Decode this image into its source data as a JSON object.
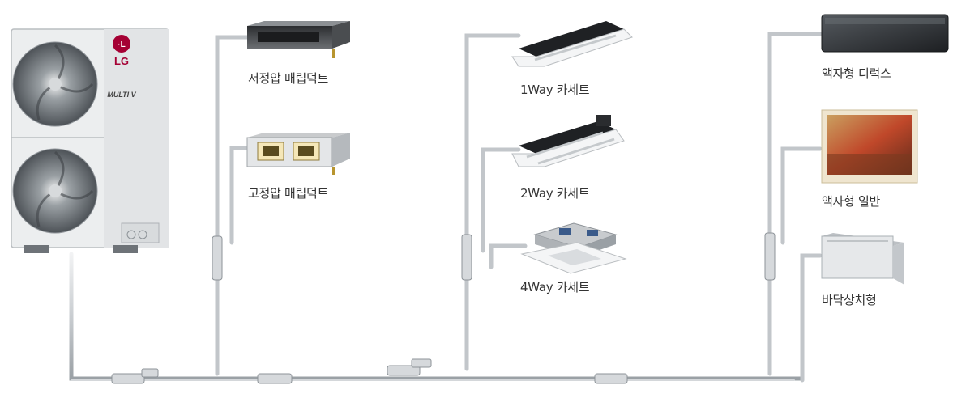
{
  "brand": {
    "logo_text": "LG",
    "model_text": "MULTI V"
  },
  "indoor_units": {
    "low_static_duct": "저정압 매립덕트",
    "high_static_duct": "고정압 매립덕트",
    "cassette_1way": "1Way 카세트",
    "cassette_2way": "2Way 카세트",
    "cassette_4way": "4Way 카세트",
    "art_cool_deluxe": "액자형 디럭스",
    "art_cool_general": "액자형 일반",
    "floor_standing": "바닥상치형"
  },
  "colors": {
    "pipe": "#c8ccd0",
    "unit_body": "#e9ebec",
    "lg_red": "#a50034"
  }
}
